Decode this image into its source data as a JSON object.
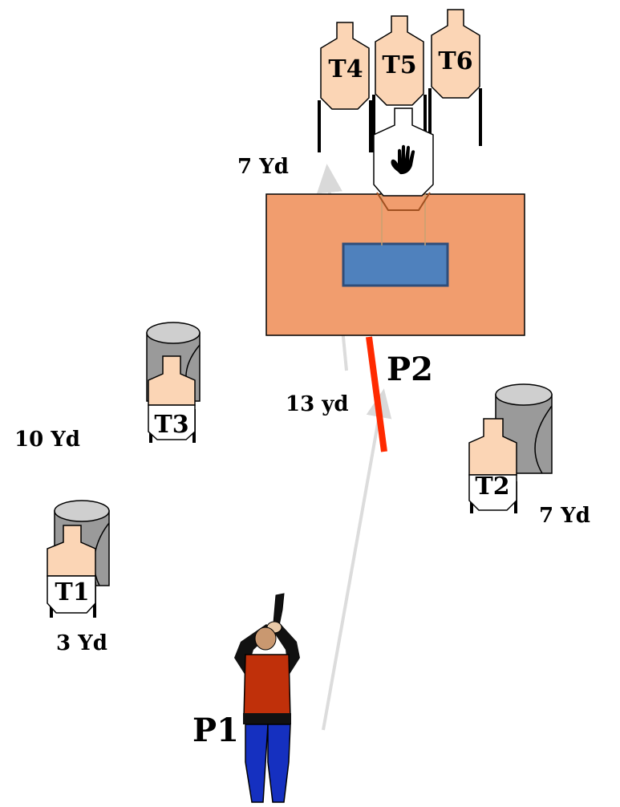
{
  "targets": {
    "t1": "T1",
    "t2": "T2",
    "t3": "T3",
    "t4": "T4",
    "t5": "T5",
    "t6": "T6"
  },
  "positions": {
    "p1": "P1",
    "p2": "P2"
  },
  "distances": {
    "steel_far": "7 Yd",
    "table_path": "13 yd",
    "t3": "10 Yd",
    "t1": "3 Yd",
    "t2": "7 Yd"
  },
  "icons": {
    "no_shoot": "hand-icon"
  },
  "colors": {
    "target": "#fbd5b5",
    "table": "#f19d6e",
    "table_panel": "#4f81bd",
    "fault_line": "#ff2a00",
    "barrel": "#a0a0a0",
    "shooter_shirt": "#c0300a",
    "shooter_pants": "#1530c0"
  }
}
